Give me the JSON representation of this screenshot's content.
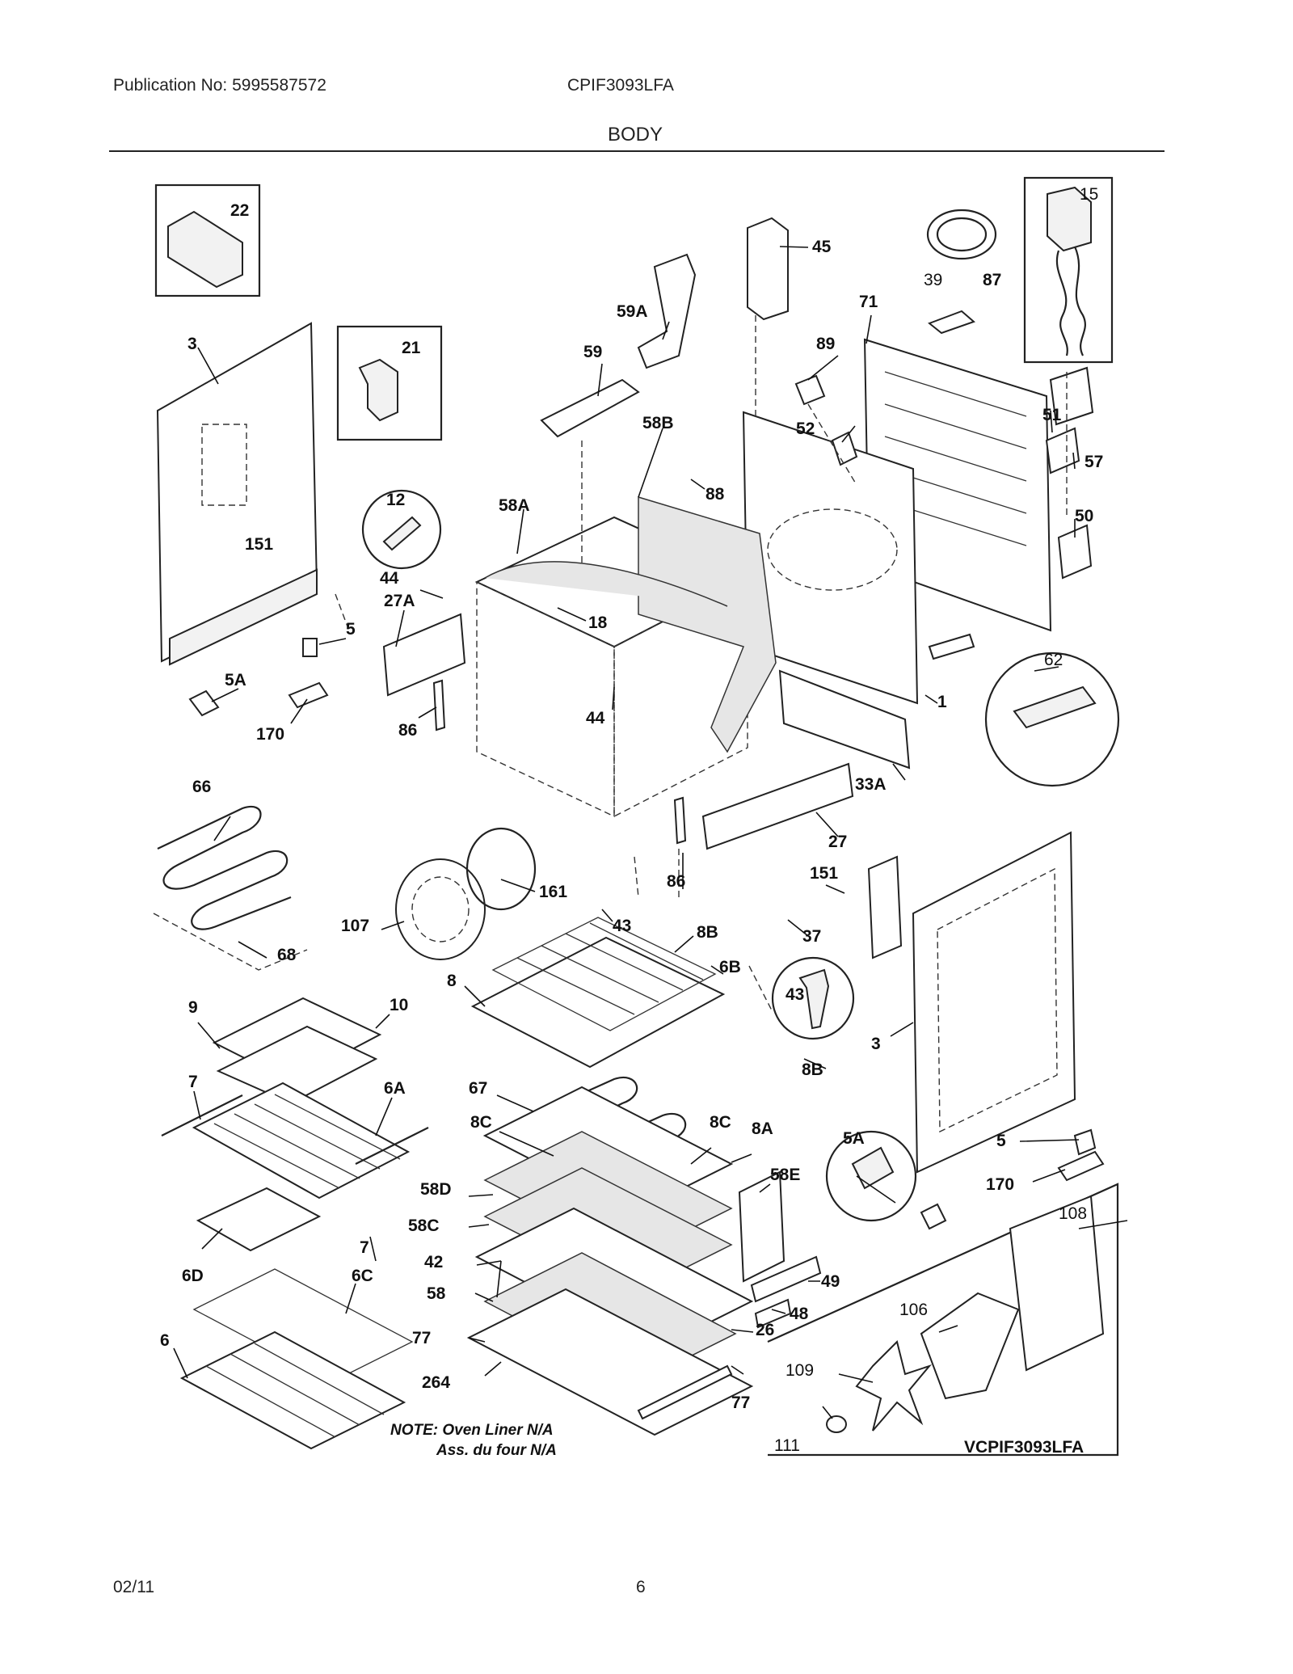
{
  "header": {
    "publication": "Publication No: 5995587572",
    "model": "CPIF3093LFA",
    "section_title": "BODY"
  },
  "footer": {
    "date": "02/11",
    "page_number": "6"
  },
  "note": {
    "line1": "NOTE: Oven Liner N/A",
    "line2": "Ass. du four N/A"
  },
  "inset_model": "VCPIF3093LFA",
  "part_labels": {
    "p22": "22",
    "p21": "21",
    "p3a": "3",
    "p151a": "151",
    "p15": "15",
    "p39": "39",
    "p87": "87",
    "p45": "45",
    "p59A": "59A",
    "p59": "59",
    "p71": "71",
    "p89": "89",
    "p52": "52",
    "p51": "51",
    "p57": "57",
    "p58B": "58B",
    "p88": "88",
    "p12": "12",
    "p58A": "58A",
    "p44a": "44",
    "p18": "18",
    "p27A": "27A",
    "p5a": "5",
    "p50": "50",
    "p5A": "5A",
    "p170a": "170",
    "p86a": "86",
    "p44b": "44",
    "p62": "62",
    "p1": "1",
    "p33A": "33A",
    "p66": "66",
    "p161": "161",
    "p86b": "86",
    "p27": "27",
    "p151b": "151",
    "p107": "107",
    "p43a": "43",
    "p8Ba": "8B",
    "p37": "37",
    "p68": "68",
    "p8": "8",
    "p6B": "6B",
    "p10": "10",
    "p9": "9",
    "p43b": "43",
    "p3b": "3",
    "p8Bb": "8B",
    "p7a": "7",
    "p6A": "6A",
    "p67": "67",
    "p8Ca": "8C",
    "p8Cb": "8C",
    "p8A": "8A",
    "p5Ab": "5A",
    "p5b": "5",
    "p58E": "58E",
    "p170b": "170",
    "p58D": "58D",
    "p58C": "58C",
    "p7b": "7",
    "p108": "108",
    "p42": "42",
    "p49": "49",
    "p6D": "6D",
    "p6C": "6C",
    "p58": "58",
    "p48": "48",
    "p26": "26",
    "p106": "106",
    "p77a": "77",
    "p6": "6",
    "p264": "264",
    "p77b": "77",
    "p109": "109",
    "p111": "111"
  }
}
